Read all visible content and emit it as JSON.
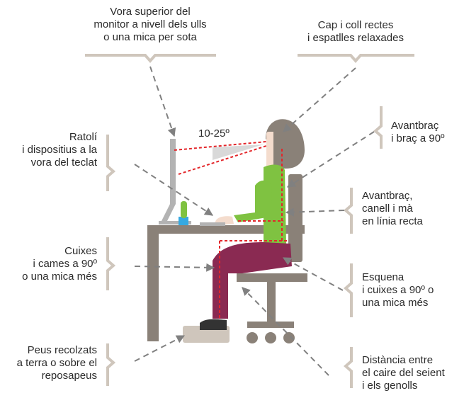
{
  "labels": {
    "monitor": [
      "Vora superior del",
      "monitor a nivell dels ulls",
      "o una mica per sota"
    ],
    "neck": [
      "Cap i coll rectes",
      "i espatlles relaxades"
    ],
    "mouse": [
      "Ratolí",
      "i dispositius a la",
      "vora del teclat"
    ],
    "angle": "10-25º",
    "forearm_arm": [
      "Avantbraç",
      "i braç a 90º"
    ],
    "wrist": [
      "Avantbraç,",
      "canell i mà",
      "en línia recta"
    ],
    "thighs": [
      "Cuixes",
      "i cames a 90º",
      "o una mica més"
    ],
    "back": [
      "Esquena",
      "i cuixes a 90º o",
      "una mica més"
    ],
    "feet": [
      "Peus recolzats",
      "a terra o sobre el",
      "reposapeus"
    ],
    "seat": [
      "Distància entre",
      "el caire del seient",
      "i els genolls"
    ]
  },
  "colors": {
    "furniture": "#8a8178",
    "hair": "#8a8178",
    "skin": "#f4dccd",
    "sweater": "#7fc241",
    "trousers": "#8a2a52",
    "monitor": "#b3b3b3",
    "guides": "#e3262a",
    "arrows": "#808080",
    "brackets": "#cfc6bc"
  }
}
